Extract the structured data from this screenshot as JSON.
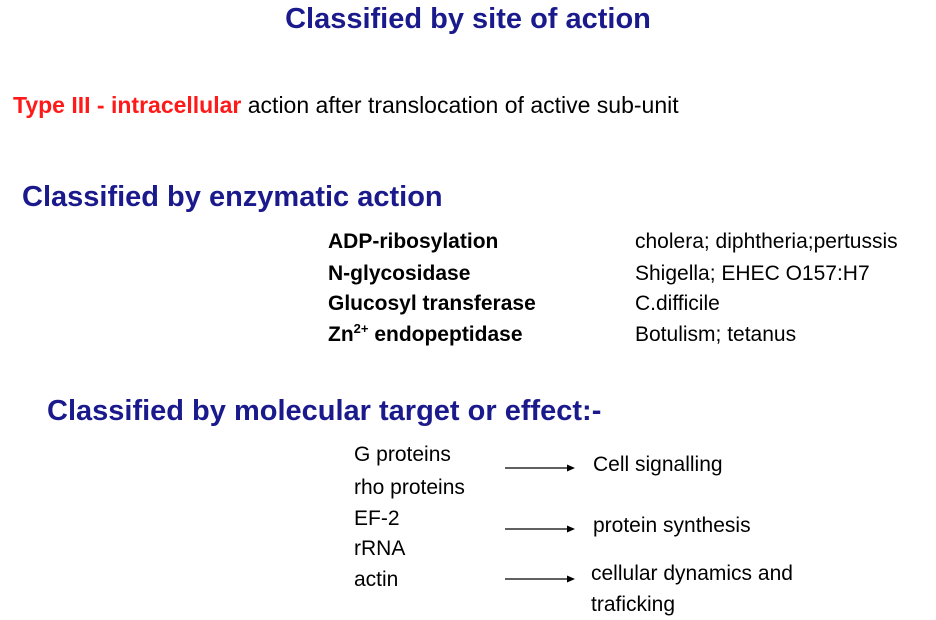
{
  "sections": {
    "site": {
      "heading": "Classified by site of action",
      "type_label": "Type III - intracellular",
      "type_text": " action after translocation of active sub-unit"
    },
    "enzymatic": {
      "heading": "Classified by enzymatic action",
      "rows": [
        {
          "name": "ADP-ribosylation",
          "examples": "cholera; diphtheria;pertussis"
        },
        {
          "name": "N-glycosidase",
          "examples": "Shigella;  EHEC O157:H7"
        },
        {
          "name": "Glucosyl transferase",
          "examples": "C.difficile"
        },
        {
          "name_main": "Zn",
          "name_sup": "2+",
          "name_rest": " endopeptidase",
          "examples": "Botulism; tetanus"
        }
      ]
    },
    "target": {
      "heading": "Classified by molecular target or effect:-",
      "targets": [
        "G proteins",
        "rho proteins",
        "EF-2",
        "rRNA",
        "actin"
      ],
      "effects": [
        "Cell signalling",
        "protein synthesis",
        "cellular dynamics and traficking"
      ]
    }
  }
}
